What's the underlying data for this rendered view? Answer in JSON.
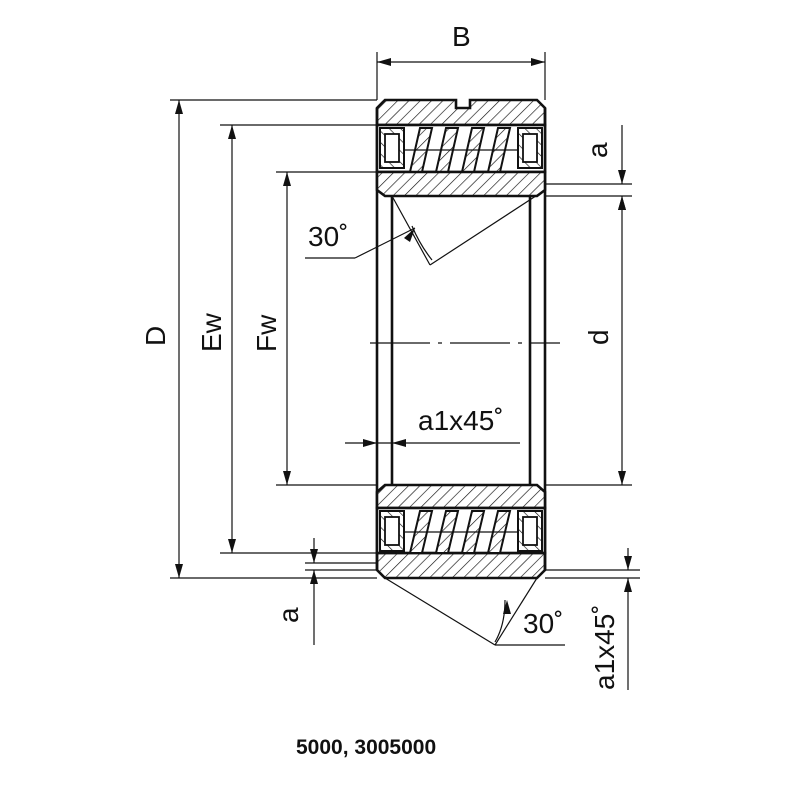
{
  "labels": {
    "B": "B",
    "D": "D",
    "Ew": "Ew",
    "Fw": "Fw",
    "d": "d",
    "a_top": "a",
    "a_bottom": "a",
    "angle_top": "30˚",
    "angle_bottom": "30˚",
    "chamfer_inner": "a1x45˚",
    "chamfer_outer": "a1x45˚"
  },
  "caption": "5000, 3005000",
  "colors": {
    "ink": "#111111",
    "background": "#ffffff"
  }
}
